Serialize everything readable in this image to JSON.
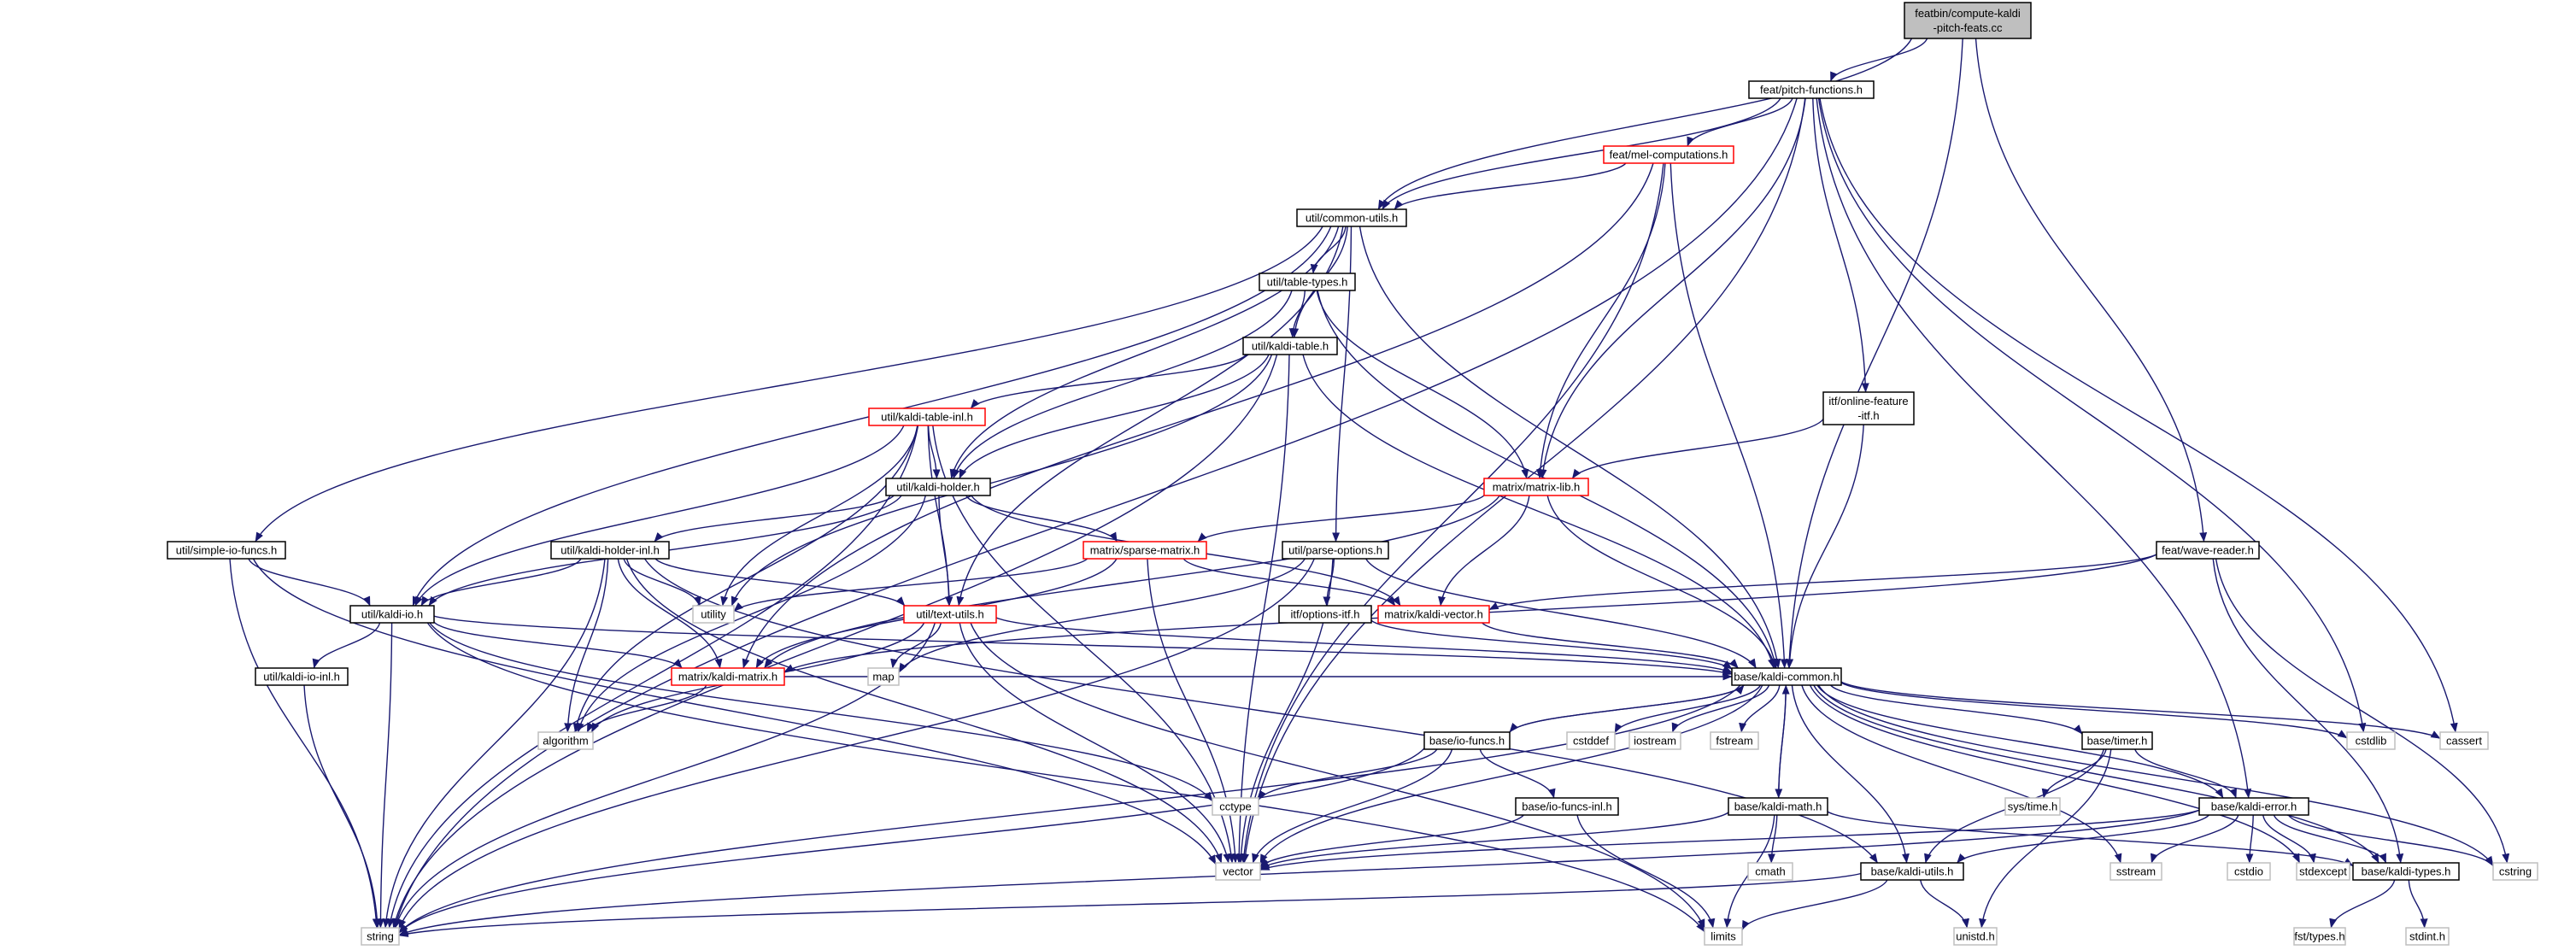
{
  "graph": {
    "colors": {
      "edge": "#191970",
      "border_normal": "#000000",
      "border_truncated": "#ff0000",
      "border_system": "#bfbfbf",
      "root_fill": "#bfbfbf",
      "fill": "#ffffff"
    },
    "nodes": [
      {
        "id": "root",
        "lines": [
          "featbin/compute-kaldi",
          "-pitch-feats.cc"
        ],
        "kind": "root"
      },
      {
        "id": "pitchfn",
        "lines": [
          "feat/pitch-functions.h"
        ],
        "kind": "normal"
      },
      {
        "id": "melcomp",
        "lines": [
          "feat/mel-computations.h"
        ],
        "kind": "truncated"
      },
      {
        "id": "commonutils",
        "lines": [
          "util/common-utils.h"
        ],
        "kind": "normal"
      },
      {
        "id": "tabletypes",
        "lines": [
          "util/table-types.h"
        ],
        "kind": "normal"
      },
      {
        "id": "kalditable",
        "lines": [
          "util/kaldi-table.h"
        ],
        "kind": "normal"
      },
      {
        "id": "tableinl",
        "lines": [
          "util/kaldi-table-inl.h"
        ],
        "kind": "truncated"
      },
      {
        "id": "holder",
        "lines": [
          "util/kaldi-holder.h"
        ],
        "kind": "normal"
      },
      {
        "id": "simpleio",
        "lines": [
          "util/simple-io-funcs.h"
        ],
        "kind": "normal"
      },
      {
        "id": "holderinl",
        "lines": [
          "util/kaldi-holder-inl.h"
        ],
        "kind": "normal"
      },
      {
        "id": "sparse",
        "lines": [
          "matrix/sparse-matrix.h"
        ],
        "kind": "truncated"
      },
      {
        "id": "parseopt",
        "lines": [
          "util/parse-options.h"
        ],
        "kind": "normal"
      },
      {
        "id": "onlinefeat",
        "lines": [
          "itf/online-feature",
          "-itf.h"
        ],
        "kind": "normal"
      },
      {
        "id": "matrixlib",
        "lines": [
          "matrix/matrix-lib.h"
        ],
        "kind": "truncated"
      },
      {
        "id": "wavereader",
        "lines": [
          "feat/wave-reader.h"
        ],
        "kind": "normal"
      },
      {
        "id": "kaldiio",
        "lines": [
          "util/kaldi-io.h"
        ],
        "kind": "normal"
      },
      {
        "id": "utility",
        "lines": [
          "utility"
        ],
        "kind": "system"
      },
      {
        "id": "textutils",
        "lines": [
          "util/text-utils.h"
        ],
        "kind": "truncated"
      },
      {
        "id": "optionsitf",
        "lines": [
          "itf/options-itf.h"
        ],
        "kind": "normal"
      },
      {
        "id": "kaldivector",
        "lines": [
          "matrix/kaldi-vector.h"
        ],
        "kind": "truncated"
      },
      {
        "id": "kaldiioinl",
        "lines": [
          "util/kaldi-io-inl.h"
        ],
        "kind": "normal"
      },
      {
        "id": "kaldimatrix",
        "lines": [
          "matrix/kaldi-matrix.h"
        ],
        "kind": "truncated"
      },
      {
        "id": "map",
        "lines": [
          "map"
        ],
        "kind": "system"
      },
      {
        "id": "kaldicommon",
        "lines": [
          "base/kaldi-common.h"
        ],
        "kind": "normal"
      },
      {
        "id": "algorithm",
        "lines": [
          "algorithm"
        ],
        "kind": "system"
      },
      {
        "id": "iofuncs",
        "lines": [
          "base/io-funcs.h"
        ],
        "kind": "normal"
      },
      {
        "id": "cstddef",
        "lines": [
          "cstddef"
        ],
        "kind": "system"
      },
      {
        "id": "iostream",
        "lines": [
          "iostream"
        ],
        "kind": "system"
      },
      {
        "id": "fstream",
        "lines": [
          "fstream"
        ],
        "kind": "system"
      },
      {
        "id": "timer",
        "lines": [
          "base/timer.h"
        ],
        "kind": "normal"
      },
      {
        "id": "cstdlib",
        "lines": [
          "cstdlib"
        ],
        "kind": "system"
      },
      {
        "id": "cassert",
        "lines": [
          "cassert"
        ],
        "kind": "system"
      },
      {
        "id": "cctype",
        "lines": [
          "cctype"
        ],
        "kind": "system"
      },
      {
        "id": "iofuncsinl",
        "lines": [
          "base/io-funcs-inl.h"
        ],
        "kind": "normal"
      },
      {
        "id": "kaldimath",
        "lines": [
          "base/kaldi-math.h"
        ],
        "kind": "normal"
      },
      {
        "id": "systime",
        "lines": [
          "sys/time.h"
        ],
        "kind": "system"
      },
      {
        "id": "kaldierror",
        "lines": [
          "base/kaldi-error.h"
        ],
        "kind": "normal"
      },
      {
        "id": "cmath",
        "lines": [
          "cmath"
        ],
        "kind": "system"
      },
      {
        "id": "vector",
        "lines": [
          "vector"
        ],
        "kind": "system"
      },
      {
        "id": "sstream",
        "lines": [
          "sstream"
        ],
        "kind": "system"
      },
      {
        "id": "cstdio",
        "lines": [
          "cstdio"
        ],
        "kind": "system"
      },
      {
        "id": "stdexcept",
        "lines": [
          "stdexcept"
        ],
        "kind": "system"
      },
      {
        "id": "kalditypes",
        "lines": [
          "base/kaldi-types.h"
        ],
        "kind": "normal"
      },
      {
        "id": "cstring",
        "lines": [
          "cstring"
        ],
        "kind": "system"
      },
      {
        "id": "kaldiutils",
        "lines": [
          "base/kaldi-utils.h"
        ],
        "kind": "normal"
      },
      {
        "id": "string",
        "lines": [
          "string"
        ],
        "kind": "system"
      },
      {
        "id": "limits",
        "lines": [
          "limits"
        ],
        "kind": "system"
      },
      {
        "id": "unistd",
        "lines": [
          "unistd.h"
        ],
        "kind": "system"
      },
      {
        "id": "fsttypes",
        "lines": [
          "fst/types.h"
        ],
        "kind": "system"
      },
      {
        "id": "stdint",
        "lines": [
          "stdint.h"
        ],
        "kind": "system"
      }
    ],
    "edges": [
      [
        "root",
        "pitchfn"
      ],
      [
        "root",
        "commonutils"
      ],
      [
        "root",
        "kaldicommon"
      ],
      [
        "root",
        "wavereader"
      ],
      [
        "pitchfn",
        "string"
      ],
      [
        "pitchfn",
        "melcomp"
      ],
      [
        "pitchfn",
        "commonutils"
      ],
      [
        "pitchfn",
        "onlinefeat"
      ],
      [
        "pitchfn",
        "matrixlib"
      ],
      [
        "pitchfn",
        "vector"
      ],
      [
        "pitchfn",
        "cstdlib"
      ],
      [
        "pitchfn",
        "cassert"
      ],
      [
        "pitchfn",
        "kaldierror"
      ],
      [
        "melcomp",
        "commonutils"
      ],
      [
        "melcomp",
        "kaldicommon"
      ],
      [
        "melcomp",
        "vector"
      ],
      [
        "melcomp",
        "matrixlib"
      ],
      [
        "melcomp",
        "kaldimatrix"
      ],
      [
        "commonutils",
        "simpleio"
      ],
      [
        "commonutils",
        "kaldiio"
      ],
      [
        "commonutils",
        "tabletypes"
      ],
      [
        "commonutils",
        "kalditable"
      ],
      [
        "commonutils",
        "holder"
      ],
      [
        "commonutils",
        "textutils"
      ],
      [
        "commonutils",
        "parseopt"
      ],
      [
        "commonutils",
        "kaldicommon"
      ],
      [
        "tabletypes",
        "kalditable"
      ],
      [
        "tabletypes",
        "holder"
      ],
      [
        "tabletypes",
        "matrixlib"
      ],
      [
        "tabletypes",
        "kaldicommon"
      ],
      [
        "kalditable",
        "string"
      ],
      [
        "kalditable",
        "tableinl"
      ],
      [
        "kalditable",
        "holder"
      ],
      [
        "kalditable",
        "utility"
      ],
      [
        "kalditable",
        "vector"
      ],
      [
        "kalditable",
        "kaldicommon"
      ],
      [
        "tableinl",
        "string"
      ],
      [
        "tableinl",
        "holder"
      ],
      [
        "tableinl",
        "kaldiio"
      ],
      [
        "tableinl",
        "utility"
      ],
      [
        "tableinl",
        "algorithm"
      ],
      [
        "tableinl",
        "textutils"
      ],
      [
        "tableinl",
        "vector"
      ],
      [
        "holder",
        "holderinl"
      ],
      [
        "holder",
        "sparse"
      ],
      [
        "holder",
        "kaldiio"
      ],
      [
        "holder",
        "algorithm"
      ],
      [
        "holder",
        "textutils"
      ],
      [
        "holder",
        "kaldivector"
      ],
      [
        "simpleio",
        "kaldiio"
      ],
      [
        "simpleio",
        "string"
      ],
      [
        "simpleio",
        "vector"
      ],
      [
        "holderinl",
        "kaldiio"
      ],
      [
        "holderinl",
        "utility"
      ],
      [
        "holderinl",
        "string"
      ],
      [
        "holderinl",
        "algorithm"
      ],
      [
        "holderinl",
        "textutils"
      ],
      [
        "holderinl",
        "kaldimatrix"
      ],
      [
        "holderinl",
        "vector"
      ],
      [
        "holderinl",
        "kaldiutils"
      ],
      [
        "sparse",
        "kaldimatrix"
      ],
      [
        "sparse",
        "kaldivector"
      ],
      [
        "sparse",
        "vector"
      ],
      [
        "sparse",
        "utility"
      ],
      [
        "parseopt",
        "map"
      ],
      [
        "parseopt",
        "vector"
      ],
      [
        "parseopt",
        "string"
      ],
      [
        "parseopt",
        "optionsitf"
      ],
      [
        "parseopt",
        "kaldicommon"
      ],
      [
        "onlinefeat",
        "matrixlib"
      ],
      [
        "onlinefeat",
        "kaldicommon"
      ],
      [
        "matrixlib",
        "sparse"
      ],
      [
        "matrixlib",
        "kaldivector"
      ],
      [
        "matrixlib",
        "kaldicommon"
      ],
      [
        "matrixlib",
        "kaldimatrix"
      ],
      [
        "wavereader",
        "kaldivector"
      ],
      [
        "wavereader",
        "kaldimatrix"
      ],
      [
        "wavereader",
        "cstring"
      ],
      [
        "wavereader",
        "kalditypes"
      ],
      [
        "kaldiio",
        "kaldiioinl"
      ],
      [
        "kaldiio",
        "kaldimatrix"
      ],
      [
        "kaldiio",
        "kaldicommon"
      ],
      [
        "kaldiio",
        "string"
      ],
      [
        "kaldiio",
        "cctype"
      ],
      [
        "kaldiio",
        "limits"
      ],
      [
        "kaldiioinl",
        "string"
      ],
      [
        "textutils",
        "map"
      ],
      [
        "textutils",
        "algorithm"
      ],
      [
        "textutils",
        "string"
      ],
      [
        "textutils",
        "vector"
      ],
      [
        "textutils",
        "limits"
      ],
      [
        "textutils",
        "kaldicommon"
      ],
      [
        "optionsitf",
        "kaldicommon"
      ],
      [
        "kaldivector",
        "kaldicommon"
      ],
      [
        "kaldimatrix",
        "algorithm"
      ],
      [
        "kaldimatrix",
        "kaldicommon"
      ],
      [
        "kaldicommon",
        "cstddef"
      ],
      [
        "kaldicommon",
        "iostream"
      ],
      [
        "kaldicommon",
        "fstream"
      ],
      [
        "kaldicommon",
        "iofuncs"
      ],
      [
        "kaldicommon",
        "timer"
      ],
      [
        "kaldicommon",
        "kaldimath"
      ],
      [
        "kaldicommon",
        "kaldierror"
      ],
      [
        "kaldicommon",
        "kaldiutils"
      ],
      [
        "kaldicommon",
        "kalditypes"
      ],
      [
        "kaldicommon",
        "cstdlib"
      ],
      [
        "kaldicommon",
        "cassert"
      ],
      [
        "kaldicommon",
        "sstream"
      ],
      [
        "kaldicommon",
        "stdexcept"
      ],
      [
        "kaldicommon",
        "cstring"
      ],
      [
        "kaldicommon",
        "string"
      ],
      [
        "kaldicommon",
        "vector"
      ],
      [
        "iofuncs",
        "cctype"
      ],
      [
        "iofuncs",
        "iofuncsinl"
      ],
      [
        "iofuncs",
        "vector"
      ],
      [
        "iofuncs",
        "string"
      ],
      [
        "iofuncs",
        "kaldicommon"
      ],
      [
        "iofuncsinl",
        "vector"
      ],
      [
        "iofuncsinl",
        "limits"
      ],
      [
        "timer",
        "systime"
      ],
      [
        "timer",
        "kaldierror"
      ],
      [
        "timer",
        "kaldiutils"
      ],
      [
        "timer",
        "unistd"
      ],
      [
        "kaldimath",
        "cmath"
      ],
      [
        "kaldimath",
        "limits"
      ],
      [
        "kaldimath",
        "vector"
      ],
      [
        "kaldimath",
        "kalditypes"
      ],
      [
        "kaldimath",
        "kaldicommon"
      ],
      [
        "kaldierror",
        "vector"
      ],
      [
        "kaldierror",
        "sstream"
      ],
      [
        "kaldierror",
        "cstdio"
      ],
      [
        "kaldierror",
        "stdexcept"
      ],
      [
        "kaldierror",
        "string"
      ],
      [
        "kaldierror",
        "kalditypes"
      ],
      [
        "kaldierror",
        "cstring"
      ],
      [
        "kaldierror",
        "kaldiutils"
      ],
      [
        "kaldiutils",
        "string"
      ],
      [
        "kaldiutils",
        "limits"
      ],
      [
        "kaldiutils",
        "unistd"
      ],
      [
        "kalditypes",
        "fsttypes"
      ],
      [
        "kalditypes",
        "stdint"
      ]
    ]
  }
}
